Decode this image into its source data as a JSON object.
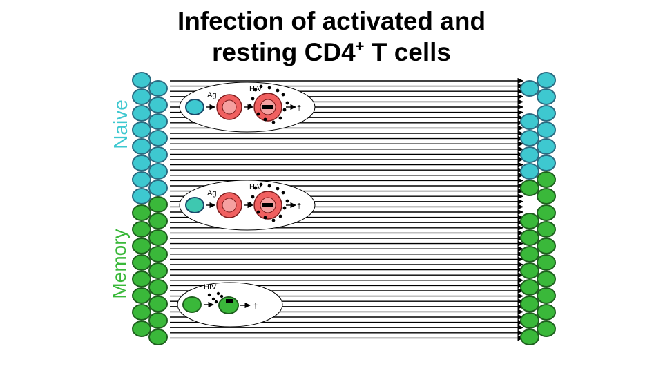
{
  "title": {
    "line1": "Infection of activated and",
    "line2_main": "resting CD4",
    "line2_sup": "+",
    "line2_end": " T cells"
  },
  "side_labels": {
    "naive": "Naive",
    "memory": "Memory"
  },
  "panels": [
    {
      "ag_label": "Ag",
      "hiv_label": "HIV",
      "death_mark": "†",
      "cell_color": "#3ec8d0"
    },
    {
      "ag_label": "Ag",
      "hiv_label": "HIV",
      "death_mark": "†",
      "cell_color": "#3ec8b0"
    },
    {
      "ag_label": "",
      "hiv_label": "HIV",
      "death_mark": "†",
      "cell_color": "#3ab83a"
    }
  ],
  "colors": {
    "naive_fill": "#3ec8d0",
    "naive_edge": "#2a6a80",
    "memory_fill": "#3ab83a",
    "memory_edge": "#1e5e1e",
    "activated_fill": "#f06060",
    "activated_inner": "#f5a0a0"
  }
}
